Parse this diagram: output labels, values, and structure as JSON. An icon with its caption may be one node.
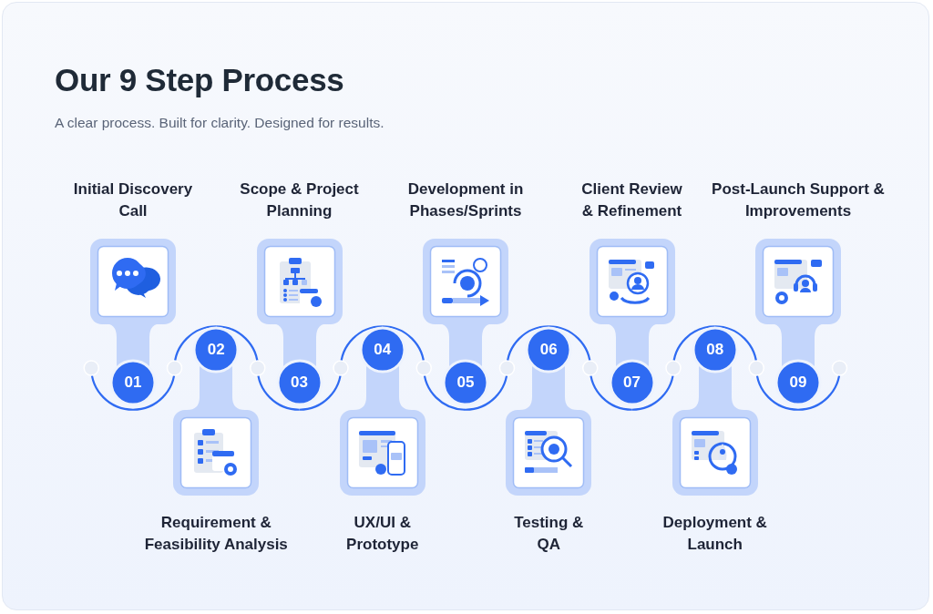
{
  "diagram": {
    "title": "Our **9** Step Process",
    "nodes": [
      {
        "text": [
          "Initial Discovery Call",
          "01"
        ]
      },
      {
        "text": [
          "02",
          "Requirement & Feasibility Analysis"
        ]
      },
      {
        "text": [
          "Scope & Project Planning",
          "03"
        ]
      },
      {
        "text": [
          "04",
          "UX/UI & Prototype"
        ]
      },
      {
        "text": [
          "Development in Phases/Sprints",
          "05"
        ]
      },
      {
        "text": [
          "06",
          "Testing & QA"
        ]
      },
      {
        "text": [
          "Client Review & Refinement",
          "07"
        ]
      },
      {
        "text": [
          "08",
          "Deployment & Launch"
        ]
      },
      {
        "text": [
          "Post-Launch Support & Improvements",
          "09"
        ]
      }
    ],
    "edges": [
      {
        "from": 0,
        "to": 1,
        "arrow": "none"
      },
      {
        "from": 1,
        "to": 2,
        "arrow": "none"
      },
      {
        "from": 2,
        "to": 3,
        "arrow": "none"
      },
      {
        "from": 3,
        "to": 4,
        "arrow": "none"
      },
      {
        "from": 4,
        "to": 5,
        "arrow": "none"
      },
      {
        "from": 5,
        "to": 6,
        "arrow": "none"
      },
      {
        "from": 6,
        "to": 7,
        "arrow": "none"
      },
      {
        "from": 7,
        "to": 8,
        "arrow": "none"
      }
    ],
    "labels": [
      "A clear process. Built for clarity. Designed for results."
    ]
  }
}
